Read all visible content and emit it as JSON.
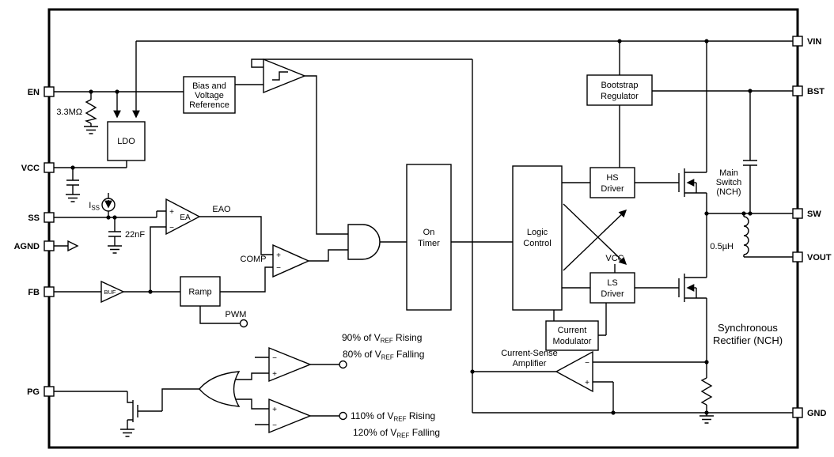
{
  "colors": {
    "ink": "#000000",
    "background": "#ffffff"
  },
  "pins": {
    "left": [
      {
        "label": "EN"
      },
      {
        "label": "VCC"
      },
      {
        "label": "SS"
      },
      {
        "label": "AGND"
      },
      {
        "label": "FB"
      },
      {
        "label": "PG"
      }
    ],
    "right": [
      {
        "label": "VIN"
      },
      {
        "label": "BST"
      },
      {
        "label": "SW"
      },
      {
        "label": "VOUT"
      },
      {
        "label": "GND"
      }
    ]
  },
  "blocks": {
    "bias": {
      "l1": "Bias and",
      "l2": "Voltage",
      "l3": "Reference"
    },
    "ldo": {
      "l1": "LDO"
    },
    "on_timer": {
      "l1": "On",
      "l2": "Timer"
    },
    "logic": {
      "l1": "Logic",
      "l2": "Control"
    },
    "bootstrap": {
      "l1": "Bootstrap",
      "l2": "Regulator"
    },
    "hs_driver": {
      "l1": "HS",
      "l2": "Driver"
    },
    "ls_driver": {
      "l1": "LS",
      "l2": "Driver"
    },
    "current_modulator": {
      "l1": "Current",
      "l2": "Modulator"
    },
    "ramp": {
      "l1": "Ramp"
    }
  },
  "amplifiers": {
    "ea": "EA",
    "buf": "BUF",
    "cs": {
      "l1": "Current-Sense",
      "l2": "Amplifier"
    }
  },
  "labels": {
    "r_en": "3.3MΩ",
    "iss_pre": "I",
    "iss_sub": "SS",
    "c_ss": "22nF",
    "eao": "EAO",
    "comp": "COMP",
    "pwm": "PWM",
    "vcc_node": "VCC",
    "inductor": "0.5µH",
    "main_switch": {
      "l1": "Main",
      "l2": "Switch",
      "l3": "(NCH)"
    },
    "sync_rect": {
      "l1": "Synchronous",
      "l2": "Rectifier (NCH)"
    }
  },
  "thresholds": [
    {
      "pre": "90% of V",
      "sub": "REF",
      "post": " Rising"
    },
    {
      "pre": "80% of V",
      "sub": "REF",
      "post": " Falling"
    },
    {
      "pre": "110% of V",
      "sub": "REF",
      "post": " Rising"
    },
    {
      "pre": "120% of V",
      "sub": "REF",
      "post": " Falling"
    }
  ],
  "sym": {
    "plus": "+",
    "minus": "−"
  }
}
